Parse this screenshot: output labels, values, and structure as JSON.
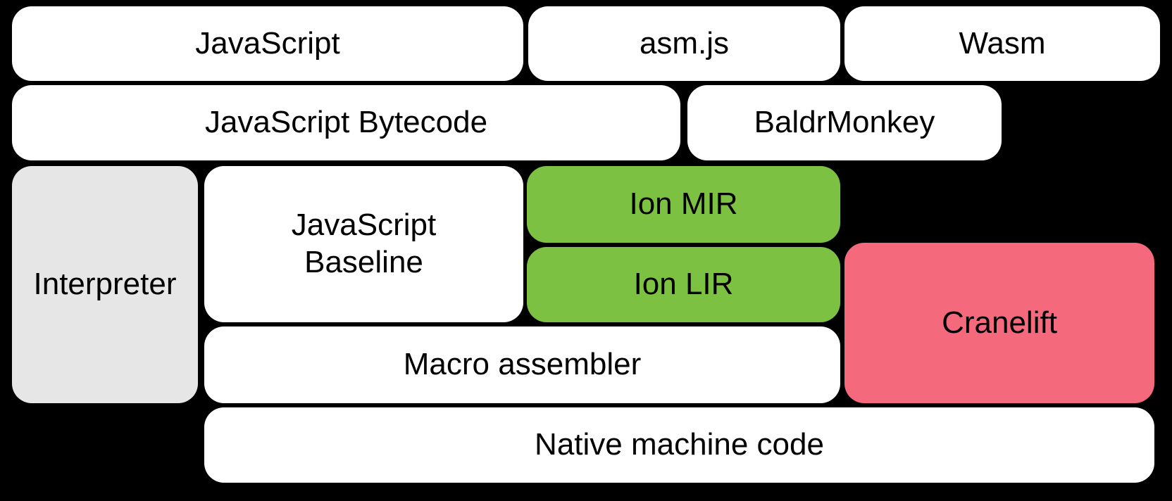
{
  "diagram": {
    "background": "#000000",
    "text_color": "#000000",
    "palette": {
      "white": "#ffffff",
      "gray": "#e6e6e6",
      "green": "#7dc142",
      "pink": "#f4697c"
    },
    "blocks": [
      {
        "id": "javascript",
        "label": "JavaScript",
        "fill": "#ffffff"
      },
      {
        "id": "asmjs",
        "label": "asm.js",
        "fill": "#ffffff"
      },
      {
        "id": "wasm",
        "label": "Wasm",
        "fill": "#ffffff"
      },
      {
        "id": "javascript-bytecode",
        "label": "JavaScript Bytecode",
        "fill": "#ffffff"
      },
      {
        "id": "baldrmonkey",
        "label": "BaldrMonkey",
        "fill": "#ffffff"
      },
      {
        "id": "interpreter",
        "label": "Interpreter",
        "fill": "#e6e6e6"
      },
      {
        "id": "javascript-baseline",
        "label": "JavaScript Baseline",
        "fill": "#ffffff"
      },
      {
        "id": "ion-mir",
        "label": "Ion MIR",
        "fill": "#7dc142"
      },
      {
        "id": "ion-lir",
        "label": "Ion LIR",
        "fill": "#7dc142"
      },
      {
        "id": "cranelift",
        "label": "Cranelift",
        "fill": "#f4697c"
      },
      {
        "id": "macro-assembler",
        "label": "Macro assembler",
        "fill": "#ffffff"
      },
      {
        "id": "native-machine-code",
        "label": "Native machine code",
        "fill": "#ffffff"
      }
    ]
  }
}
